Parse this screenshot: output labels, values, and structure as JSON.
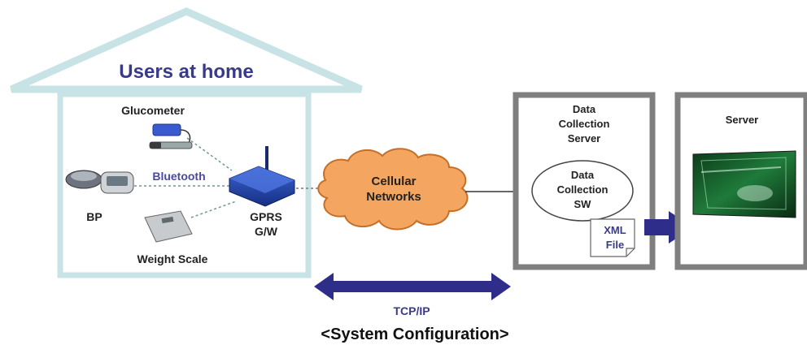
{
  "colors": {
    "house_outline": "#c7e3e6",
    "title_text": "#3a3a8c",
    "bluetooth_text": "#4a4aa0",
    "box_border": "#7f7f7f",
    "box_fill": "#ffffff",
    "cloud_fill": "#f4a660",
    "cloud_stroke": "#c46f2a",
    "arrow_fill": "#2e2e8a",
    "gateway_blue": "#1f3fa6",
    "dashed_line": "#6a9a8a"
  },
  "house": {
    "title": "Users at home"
  },
  "devices": {
    "glucometer": "Glucometer",
    "bp": "BP",
    "weight_scale": "Weight Scale",
    "bluetooth": "Bluetooth",
    "gateway_line1": "GPRS",
    "gateway_line2": "G/W"
  },
  "network": {
    "line1": "Cellular",
    "line2": "Networks"
  },
  "collection_server": {
    "line1": "Data",
    "line2": "Collection",
    "line3": "Server",
    "sw_line1": "Data",
    "sw_line2": "Collection",
    "sw_line3": "SW",
    "file_line1": "XML",
    "file_line2": "File"
  },
  "server": {
    "label": "Server"
  },
  "protocol": {
    "label": "TCP/IP"
  },
  "caption": "<System Configuration>"
}
